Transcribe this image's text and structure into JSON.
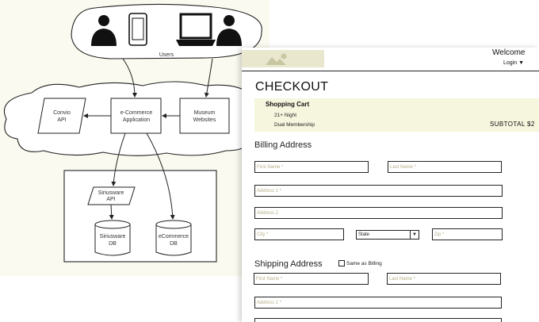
{
  "diagram": {
    "users_label": "Users",
    "nodes": {
      "convio": [
        "Convio",
        "API"
      ],
      "ecommerce_app": [
        "e-Commerce",
        "Application"
      ],
      "museum": [
        "Museum",
        "Websites"
      ],
      "siriusware_api": [
        "Siriusware",
        "API"
      ],
      "siriusware_db": [
        "Siriusware",
        "DB"
      ],
      "ecommerce_db": [
        "eCommerce",
        "DB"
      ]
    }
  },
  "checkout": {
    "header": {
      "welcome": "Welcome",
      "login": "Login ▼"
    },
    "title": "CHECKOUT",
    "cart": {
      "title": "Shopping Cart",
      "items": [
        "21+ Night",
        "Dual Membership"
      ],
      "subtotal": "SUBTOTAL $2"
    },
    "billing": {
      "heading": "Billing Address",
      "first_name": "First Name *",
      "last_name": "Last Name *",
      "address1": "Address 1 *",
      "address2": "Address 2",
      "city": "City *",
      "state": "State",
      "zip": "Zip *"
    },
    "shipping": {
      "heading": "Shipping Address",
      "same_as_billing": "Same as Billing",
      "first_name": "First Name *",
      "last_name": "Last Name *",
      "address1": "Address 1 *"
    }
  }
}
